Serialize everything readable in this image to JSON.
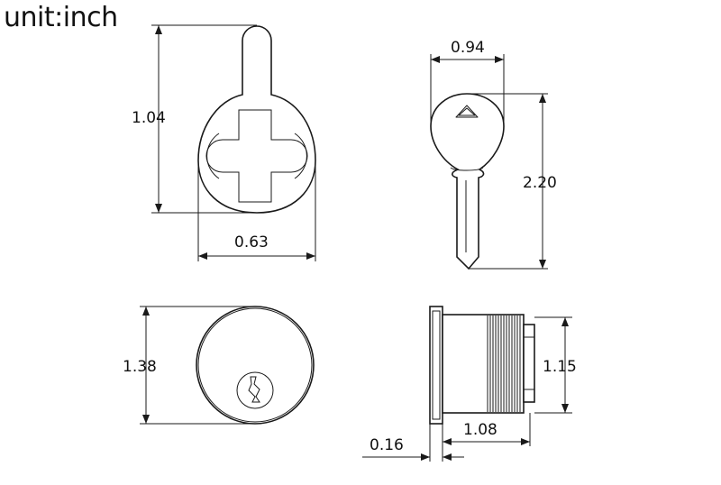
{
  "unit_label": "unit:inch",
  "dimensions": {
    "cam_height": "1.04",
    "cam_width": "0.63",
    "key_width": "0.94",
    "key_length": "2.20",
    "cylinder_diameter": "1.38",
    "body_diameter": "1.15",
    "flange_thickness": "0.16",
    "body_length": "1.08"
  }
}
